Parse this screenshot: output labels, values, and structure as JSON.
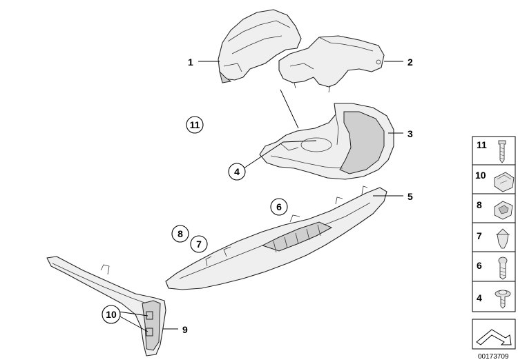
{
  "callouts": {
    "c1": "1",
    "c2": "2",
    "c3": "3",
    "c4": "4",
    "c5": "5",
    "c6": "6",
    "c7": "7",
    "c8": "8",
    "c9": "9",
    "c10": "10",
    "c11": "11"
  },
  "legend": {
    "items": [
      "11",
      "10",
      "8",
      "7",
      "6",
      "4"
    ]
  },
  "reference_number": "00173709"
}
